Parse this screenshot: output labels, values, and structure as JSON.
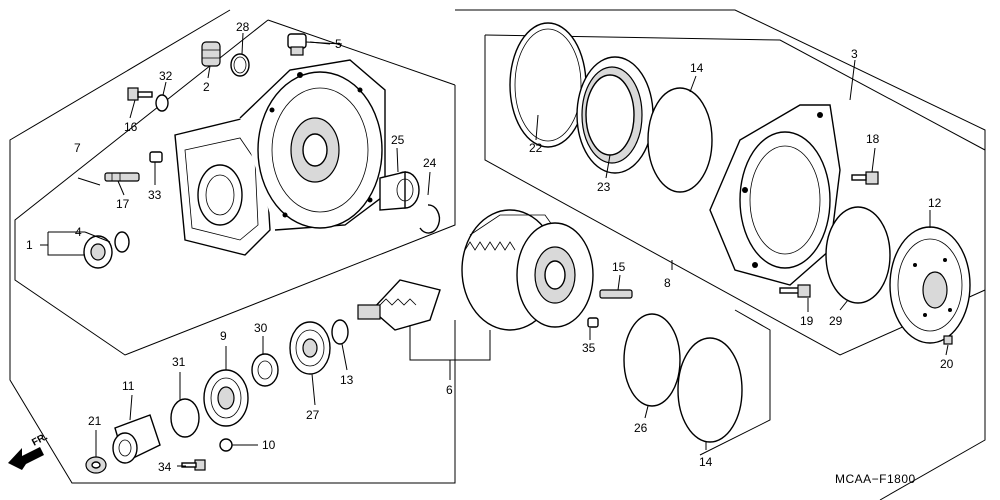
{
  "diagram": {
    "code": "MCAA−F1800",
    "direction_label": "FR.",
    "callouts": [
      "1",
      "2",
      "3",
      "4",
      "5",
      "6",
      "7",
      "8",
      "9",
      "10",
      "11",
      "12",
      "13",
      "14",
      "14",
      "15",
      "16",
      "17",
      "18",
      "19",
      "20",
      "21",
      "22",
      "23",
      "24",
      "25",
      "26",
      "27",
      "28",
      "29",
      "30",
      "31",
      "32",
      "33",
      "34",
      "35"
    ]
  }
}
